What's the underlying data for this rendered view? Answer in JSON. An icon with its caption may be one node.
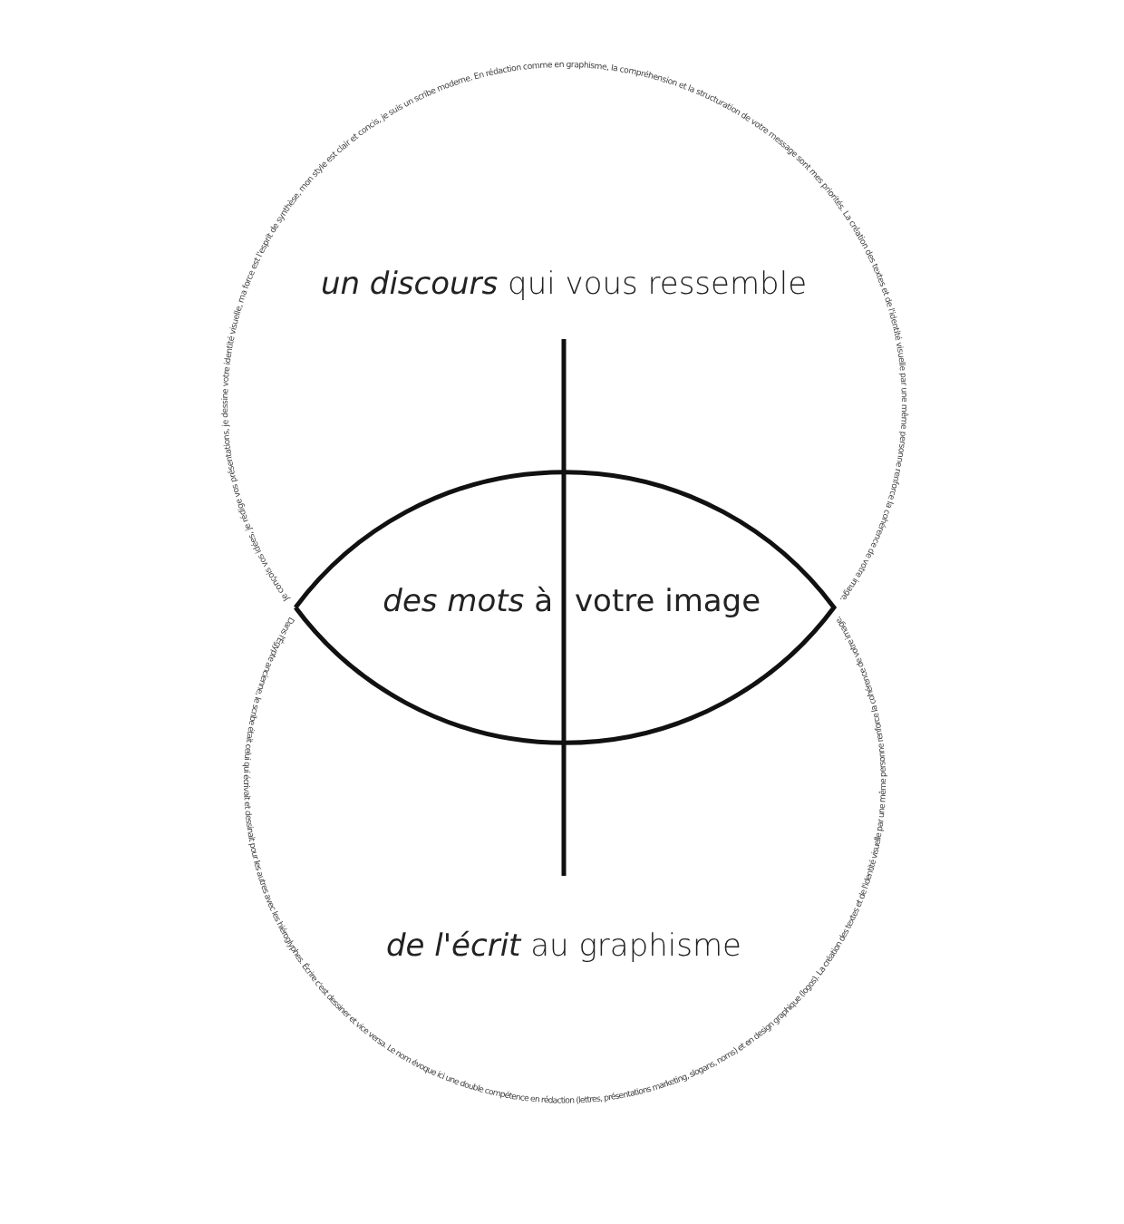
{
  "diagram": {
    "nodes": [
      {
        "text": [
          "*un discours* qui vous ressemble",
          "Je conçois vos idées, je rédige vos présentations, je dessine votre identité visuelle, ma force est l'esprit de synthèse, mon style est clair et concis, je suis un scribe moderne. En rédaction comme en graphisme, la compréhension et la structuration de votre message sont mes priorités. La création des textes et de l'identité visuelle par une même personne renforce la cohérence de votre image."
        ]
      },
      {
        "text": [
          "*des mots* à",
          "votre image"
        ]
      },
      {
        "text": [
          "*de l'écrit* au graphisme",
          "Dans l'Égypte ancienne, le scribe était celui qui écrivait et dessinait pour les autres avec les hiéroglyphes. Écrire c'est dessiner et vice versa. Le nom évoque ici une double compétence en rédaction (lettres, présentations marketing, slogans, noms) et en design graphique (logos). La création des textes et de l'identité visuelle par une même personne renforce la cohérence de votre image."
        ]
      }
    ]
  }
}
